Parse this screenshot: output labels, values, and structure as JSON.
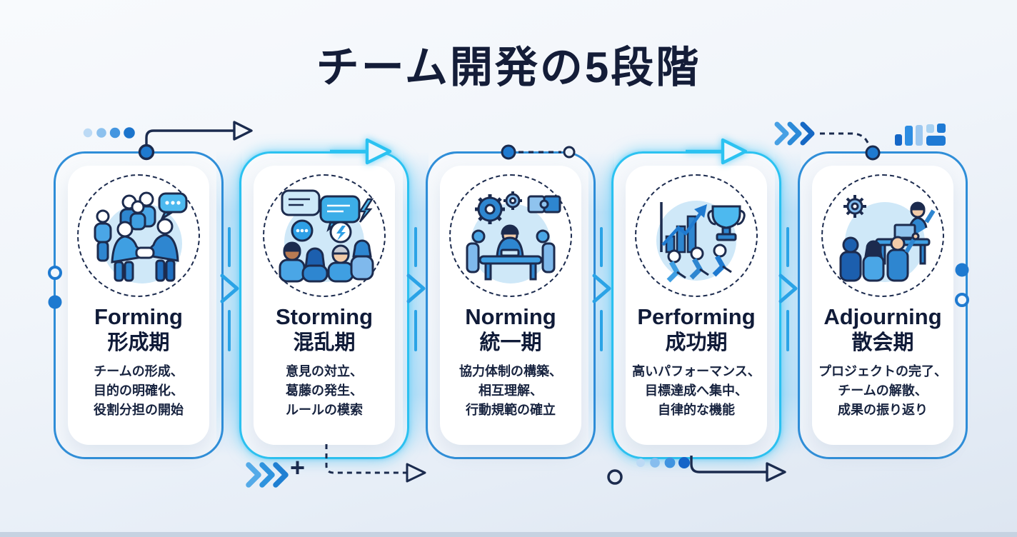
{
  "title": "チーム開発の5段階",
  "cards": [
    {
      "en": "Forming",
      "ja": "形成期",
      "desc": [
        "チームの形成、",
        "目的の明確化、",
        "役割分担の開始"
      ],
      "icon": "forming-handshake-icon"
    },
    {
      "en": "Storming",
      "ja": "混乱期",
      "desc": [
        "意見の対立、",
        "葛藤の発生、",
        "ルールの模索"
      ],
      "icon": "storming-conflict-icon"
    },
    {
      "en": "Norming",
      "ja": "統一期",
      "desc": [
        "協力体制の構築、",
        "相互理解、",
        "行動規範の確立"
      ],
      "icon": "norming-collaboration-icon"
    },
    {
      "en": "Performing",
      "ja": "成功期",
      "desc": [
        "高いパフォーマンス、",
        "目標達成へ集中、",
        "自律的な機能"
      ],
      "icon": "performing-achievement-icon"
    },
    {
      "en": "Adjourning",
      "ja": "散会期",
      "desc": [
        "プロジェクトの完了、",
        "チームの解散、",
        "成果の振り返り"
      ],
      "icon": "adjourning-completion-icon"
    }
  ],
  "decorations": {
    "plus_sign": "+",
    "top_left_dots_count": 4,
    "bottom_dots_count": 4,
    "triple_chevron_count": 3
  },
  "colors": {
    "navy": "#1b2b4e",
    "card_border_blue": "#2f8ed8",
    "cyan_accent": "#2bc2f1",
    "accent_blue": "#1f7ad0",
    "light_blue_fill": "#cfe8f8",
    "title_color": "#141d38"
  }
}
